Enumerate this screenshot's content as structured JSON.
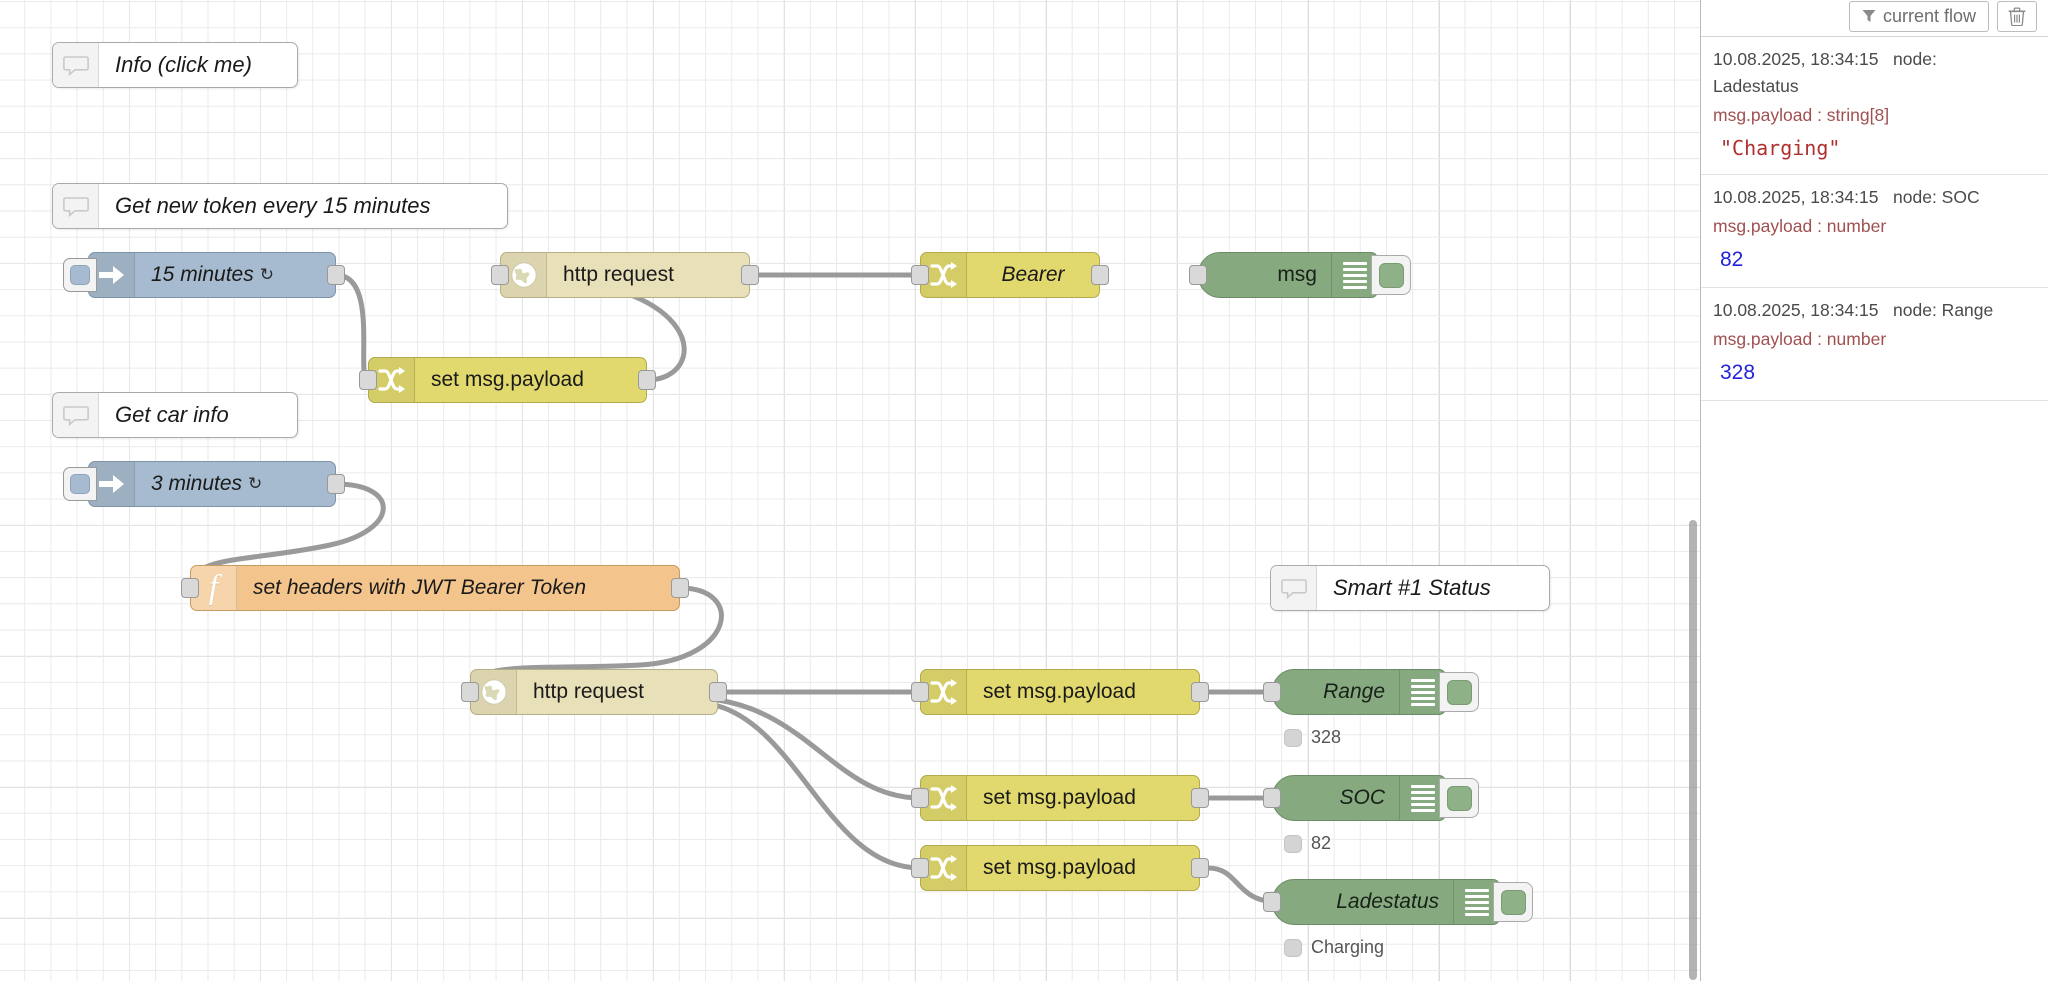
{
  "sidebar": {
    "toolbar": {
      "filter_label": "current flow",
      "filter_icon": "funnel-icon",
      "clear_icon": "trash-icon"
    },
    "debug_messages": [
      {
        "timestamp": "10.08.2025, 18:34:15",
        "node_prefix": "node:",
        "node_name": "Ladestatus",
        "property": "msg.payload : string[8]",
        "value": "\"Charging\"",
        "value_type": "string"
      },
      {
        "timestamp": "10.08.2025, 18:34:15",
        "node_prefix": "node: SOC",
        "node_name": "",
        "property": "msg.payload : number",
        "value": "82",
        "value_type": "number"
      },
      {
        "timestamp": "10.08.2025, 18:34:15",
        "node_prefix": "node: Range",
        "node_name": "",
        "property": "msg.payload : number",
        "value": "328",
        "value_type": "number"
      }
    ]
  },
  "canvas": {
    "nodes": {
      "comment_info": {
        "label": "Info (click me)",
        "icon": "comment-bubble-icon"
      },
      "comment_token": {
        "label": "Get new token every 15 minutes",
        "icon": "comment-bubble-icon"
      },
      "comment_carinfo": {
        "label": "Get car info",
        "icon": "comment-bubble-icon"
      },
      "comment_smart": {
        "label": "Smart #1 Status",
        "icon": "comment-bubble-icon"
      },
      "inject_15min": {
        "label": "15 minutes",
        "repeat_glyph": "↻",
        "icon": "inject-arrow-icon"
      },
      "inject_3min": {
        "label": "3 minutes",
        "repeat_glyph": "↻",
        "icon": "inject-arrow-icon"
      },
      "http_token": {
        "label": "http request",
        "icon": "globe-icon"
      },
      "http_car": {
        "label": "http request",
        "icon": "globe-icon"
      },
      "change_bearer": {
        "label": "Bearer",
        "icon": "shuffle-icon"
      },
      "change_setpayload_token": {
        "label": "set msg.payload",
        "icon": "shuffle-icon"
      },
      "change_setpayload_range": {
        "label": "set msg.payload",
        "icon": "shuffle-icon"
      },
      "change_setpayload_soc": {
        "label": "set msg.payload",
        "icon": "shuffle-icon"
      },
      "change_setpayload_lade": {
        "label": "set msg.payload",
        "icon": "shuffle-icon"
      },
      "func_jwt": {
        "label": "set headers with JWT Bearer Token",
        "icon": "function-f-icon"
      },
      "debug_msg": {
        "label": "msg",
        "icon": "debug-lines-icon",
        "status": ""
      },
      "debug_range": {
        "label": "Range",
        "icon": "debug-lines-icon",
        "status": "328"
      },
      "debug_soc": {
        "label": "SOC",
        "icon": "debug-lines-icon",
        "status": "82"
      },
      "debug_lade": {
        "label": "Ladestatus",
        "icon": "debug-lines-icon",
        "status": "Charging"
      }
    }
  },
  "colors": {
    "inject": "#a6bbcf",
    "http_request": "#e7e0b8",
    "change": "#e2d96e",
    "function": "#f3c48c",
    "debug": "#87a980",
    "wire": "#9a9a9a",
    "string_value": "#b03030",
    "number_value": "#2222dd",
    "property_text": "#a05050"
  }
}
